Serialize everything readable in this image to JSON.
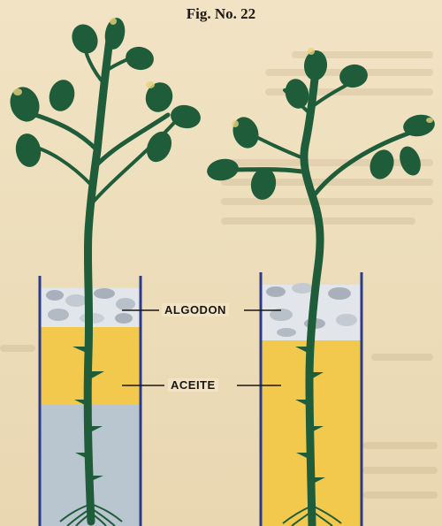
{
  "figure": {
    "title": "Fig. No. 22"
  },
  "labels": {
    "cotton": "ALGODON",
    "oil": "ACEITE"
  },
  "colors": {
    "paper": "#efe0c0",
    "tube_outline": "#2b3a8a",
    "oil": "#f2c94c",
    "water": "#b9c6cf",
    "cotton": "#dfe3e8",
    "plant": "#1f5c3a"
  }
}
